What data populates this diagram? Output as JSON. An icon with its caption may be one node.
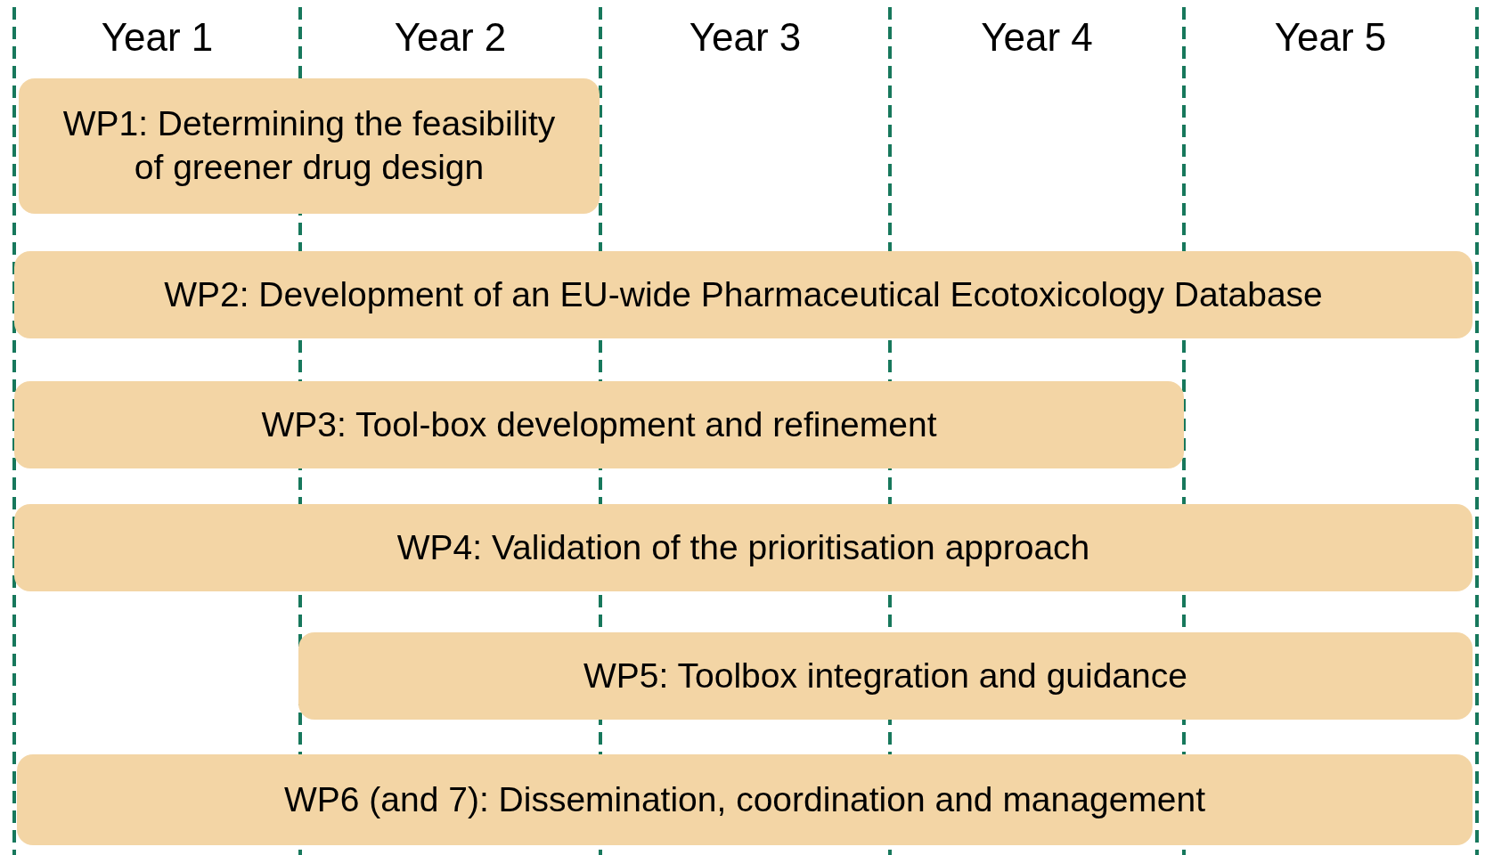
{
  "diagram": {
    "nodes": [
      {
        "text": [
          "WP1: Determining the feasibility of greener drug design"
        ]
      },
      {
        "text": [
          "WP2: Development of an EU-wide Pharmaceutical Ecotoxicology Database"
        ]
      },
      {
        "text": [
          "WP3: Tool-box development and refinement"
        ]
      },
      {
        "text": [
          "WP4: Validation of the prioritisation approach"
        ]
      },
      {
        "text": [
          "WP5: Toolbox integration and guidance"
        ]
      },
      {
        "text": [
          "WP6 (and 7): Dissemination, coordination and management"
        ]
      }
    ],
    "edges": [],
    "labels": [
      "Year 1",
      "Year 2",
      "Year 3",
      "Year 4",
      "Year 5"
    ]
  }
}
